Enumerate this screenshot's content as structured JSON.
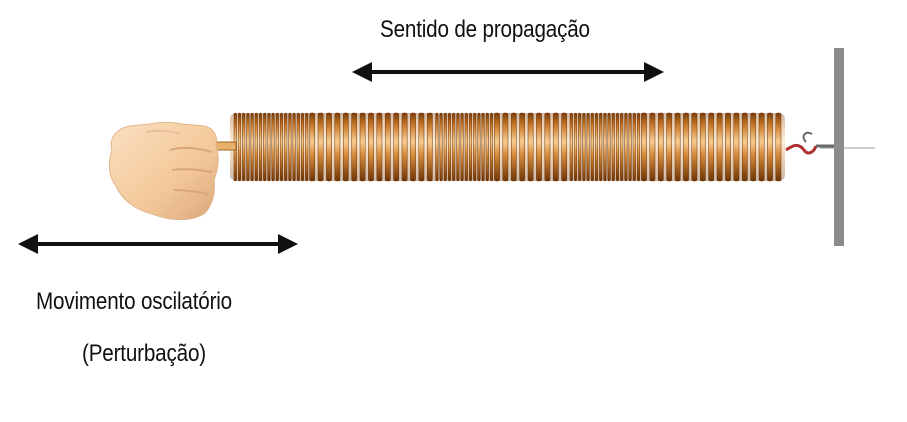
{
  "labels": {
    "propagation_direction": "Sentido de propagação",
    "oscillatory_movement": "Movimento oscilatório",
    "perturbation": "(Perturbação)"
  },
  "colors": {
    "arrow": "#111111",
    "coil_dark": "#8a4a12",
    "coil_mid": "#c8782a",
    "coil_light": "#f4c483",
    "wall": "#8c8c8c",
    "skin": "#f6cfa5",
    "skin_shadow": "#d9a77a",
    "hook": "#b03030"
  },
  "icons": {
    "hand": "hand-fist-icon",
    "wall": "wall-support-icon",
    "hook": "hook-icon"
  }
}
